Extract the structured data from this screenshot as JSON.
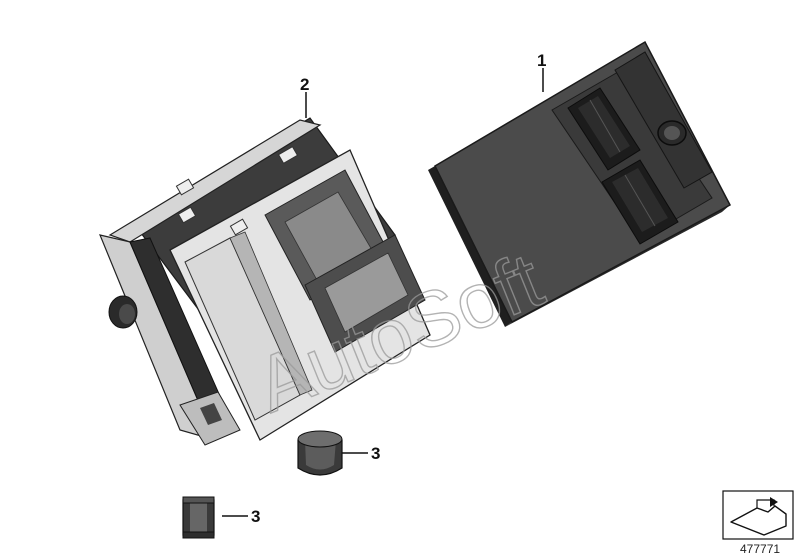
{
  "callouts": {
    "part1": "1",
    "part2": "2",
    "part3a": "3",
    "part3b": "3"
  },
  "watermark": "AutoSoft",
  "reference_number": "477771",
  "colors": {
    "frame_light": "#e2e2e2",
    "frame_mid": "#c9c9c9",
    "frame_dark": "#3e3e3e",
    "module_face": "#4a4a4a",
    "module_dark": "#262626",
    "ink": "#111111"
  }
}
